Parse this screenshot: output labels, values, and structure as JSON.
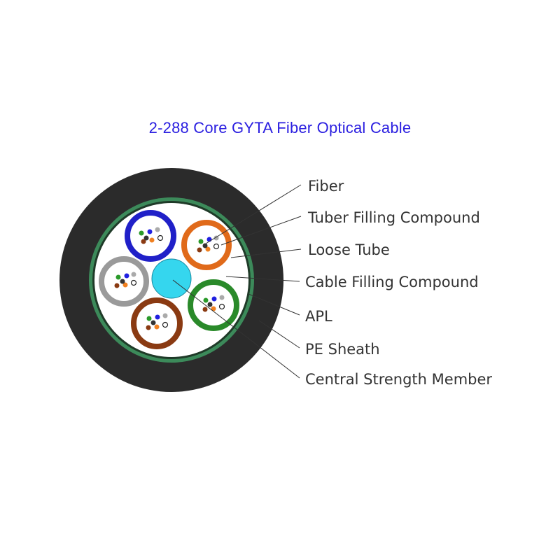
{
  "title": "2-288 Core GYTA Fiber Optical Cable",
  "labels": [
    "Fiber",
    "Tuber Filling Compound",
    "Loose Tube",
    "Cable Filling Compound",
    "APL",
    "PE Sheath",
    "Central Strength Member"
  ],
  "colors": {
    "title": "#2a1ee0",
    "sheath": "#2b2b2b",
    "apl": "#3c8a5a",
    "filling": "#ffffff",
    "central_member": "#35d6ee",
    "tube_blue": "#2020c8",
    "tube_orange": "#e06a1a",
    "tube_gray": "#9a9a9a",
    "tube_brown": "#8a3a12",
    "tube_green": "#2a8a2a"
  }
}
